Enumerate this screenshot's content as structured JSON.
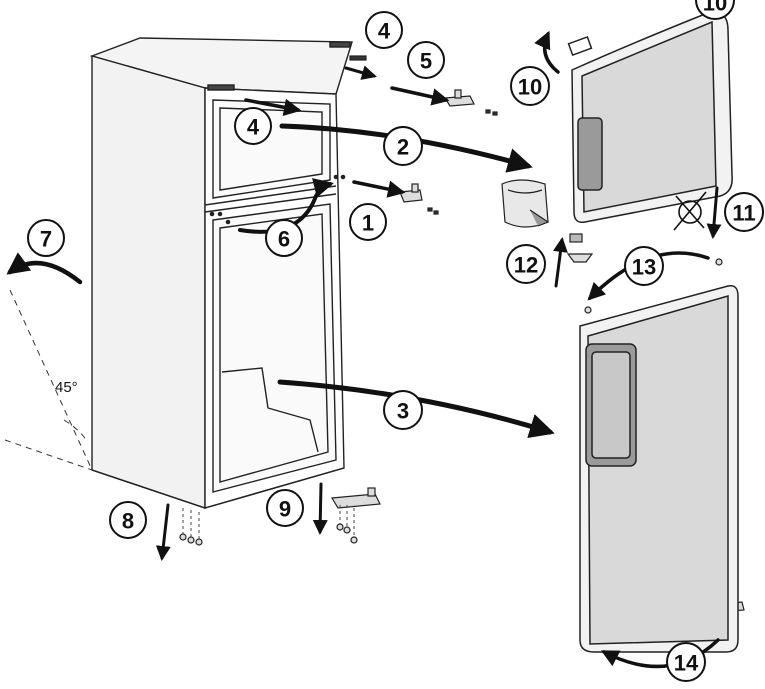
{
  "steps": [
    {
      "label": "1"
    },
    {
      "label": "2"
    },
    {
      "label": "3"
    },
    {
      "label": "4"
    },
    {
      "label": "4"
    },
    {
      "label": "5"
    },
    {
      "label": "6"
    },
    {
      "label": "7"
    },
    {
      "label": "8"
    },
    {
      "label": "9"
    },
    {
      "label": "10"
    },
    {
      "label": "10"
    },
    {
      "label": "11"
    },
    {
      "label": "12"
    },
    {
      "label": "13"
    },
    {
      "label": "14"
    }
  ],
  "tilt_angle": "45°",
  "colors": {
    "line": "#222222",
    "panel": "#f2f2f2",
    "panel_shade": "#d9d9d9",
    "background": "#ffffff"
  }
}
